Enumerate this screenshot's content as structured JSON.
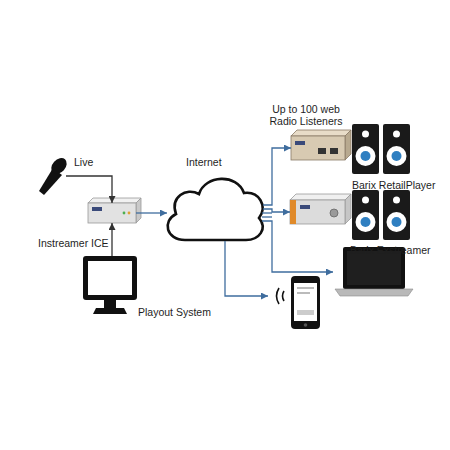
{
  "diagram": {
    "nodes": [
      {
        "text": [
          "Live"
        ]
      },
      {
        "text": [
          "Instreamer ICE"
        ]
      },
      {
        "text": [
          "Playout System"
        ]
      },
      {
        "text": [
          "Internet"
        ]
      },
      {
        "text": [
          "Barix RetailPlayer"
        ]
      },
      {
        "text": [
          "Barix Exstreamer"
        ]
      }
    ],
    "edges": [
      {
        "from": 0,
        "to": 1,
        "arrow": "to"
      },
      {
        "from": 2,
        "to": 1,
        "arrow": "to"
      },
      {
        "from": 1,
        "to": 3,
        "arrow": "to"
      },
      {
        "from": 3,
        "to": 4,
        "arrow": "to"
      },
      {
        "from": 3,
        "to": 5,
        "arrow": "to"
      }
    ],
    "labels": [
      "Up to 100 web Radio Listeners"
    ]
  }
}
